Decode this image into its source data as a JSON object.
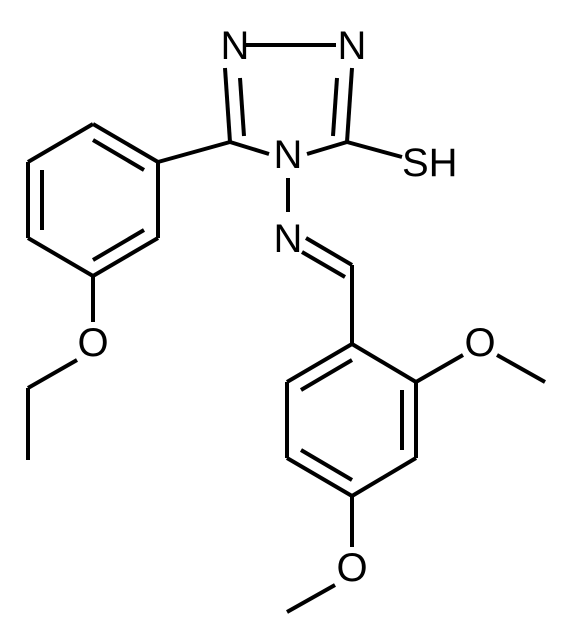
{
  "molecule": {
    "atoms": {
      "n_top_left": "N",
      "n_top_right": "N",
      "n_ring": "N",
      "n_imine": "N",
      "sh_group": "SH",
      "o_ethoxy": "O",
      "o_methoxy_2": "O",
      "o_methoxy_4": "O"
    }
  }
}
